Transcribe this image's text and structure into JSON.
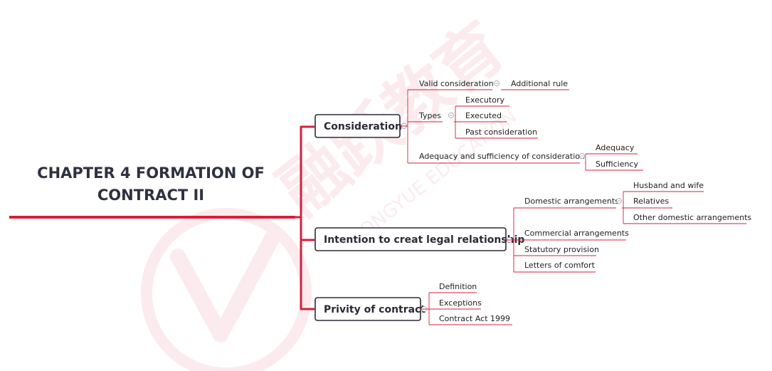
{
  "root": {
    "title_line1": "CHAPTER 4 FORMATION OF",
    "title_line2": "CONTRACT II"
  },
  "branches": {
    "consideration": {
      "label": "Consideration",
      "valid": {
        "label": "Valid consideration",
        "child": "Additional rule"
      },
      "types": {
        "label": "Types",
        "children": [
          "Executory",
          "Executed",
          "Past consideration"
        ]
      },
      "adequacy": {
        "label": "Adequacy and sufficiency of consideration",
        "children": [
          "Adequacy",
          "Sufficiency"
        ]
      }
    },
    "intention": {
      "label": "Intention to creat legal relationship",
      "domestic": {
        "label": "Domestic arrangements",
        "children": [
          "Husband and wife",
          "Relatives",
          "Other domestic arrangements"
        ]
      },
      "others": [
        "Commercial  arrangements",
        "Statutory provision",
        "Letters of comfort"
      ]
    },
    "privity": {
      "label": "Privity of contract",
      "children": [
        "Definition",
        "Exceptions",
        "Contract Act 1999"
      ]
    }
  },
  "watermark": {
    "cn": "融跃教育",
    "en": "RONGYUE EDUCATION"
  },
  "colors": {
    "accent": "#d81f3a",
    "box_border": "#2b2b38",
    "text": "#1e1e1e"
  }
}
